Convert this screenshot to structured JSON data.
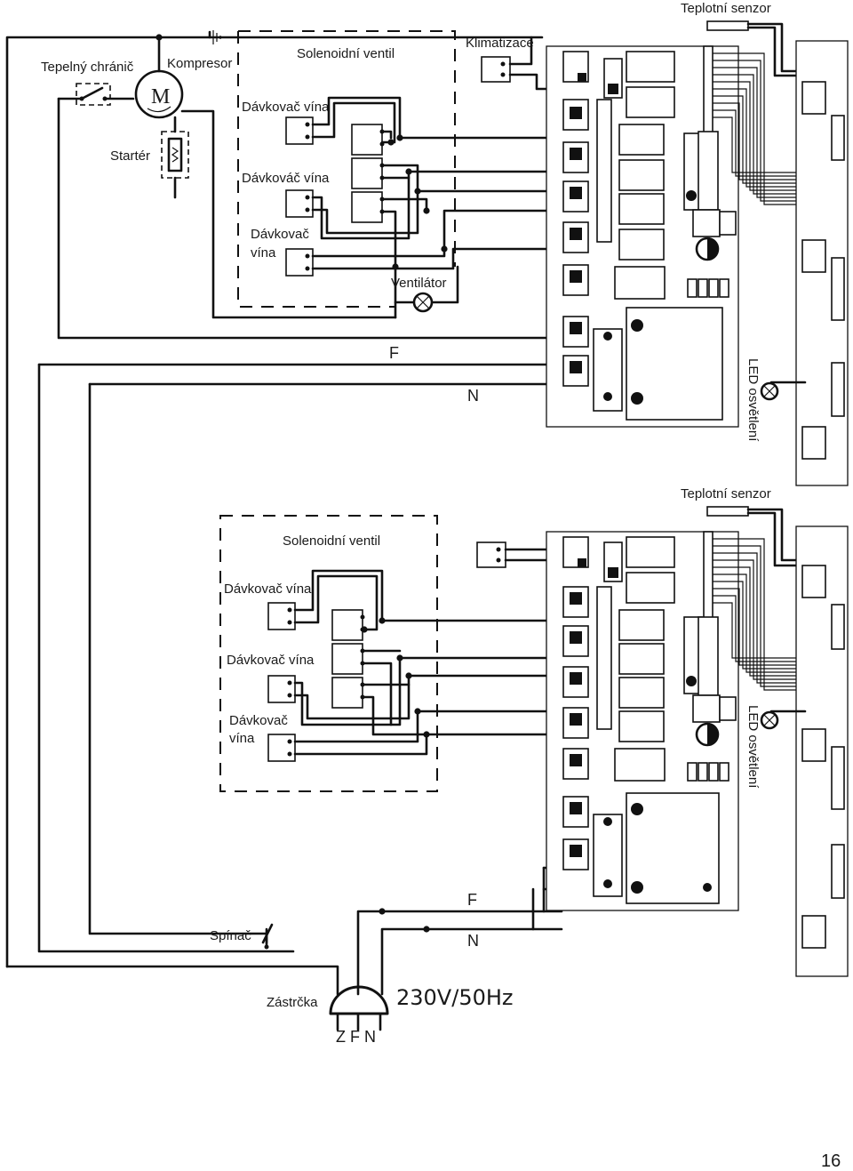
{
  "labels": {
    "thermal_protector": "Tepelný chránič",
    "compressor": "Kompresor",
    "compressor_symbol": "M",
    "starter": "Startér",
    "solenoid_top": "Solenoidní ventil",
    "dispenser_top_1": "Dávkovač vína",
    "dispenser_top_2": "Dávkováč vína",
    "dispenser_top_3_line1": "Dávkovač",
    "dispenser_top_3_line2": "vína",
    "ventilator": "Ventilátor",
    "air_conditioning": "Klimatizace",
    "temp_sensor_top": "Teplotní senzor",
    "temp_sensor_bottom": "Teplotní senzor",
    "led_top": "LED osvětlení",
    "led_bottom": "LED osvětlení",
    "phase_top": "F",
    "neutral_top": "N",
    "solenoid_bottom": "Solenoidní ventil",
    "dispenser_bottom_1": "Dávkovač vína",
    "dispenser_bottom_2": "Dávkovač vína",
    "dispenser_bottom_3_line1": "Dávkovač",
    "dispenser_bottom_3_line2": "vína",
    "phase_bottom": "F",
    "neutral_bottom": "N",
    "switch": "Spínač",
    "plug": "Zástrčka",
    "voltage": "230V/50Hz",
    "plug_pins": "Z F N",
    "page_number": "16"
  }
}
